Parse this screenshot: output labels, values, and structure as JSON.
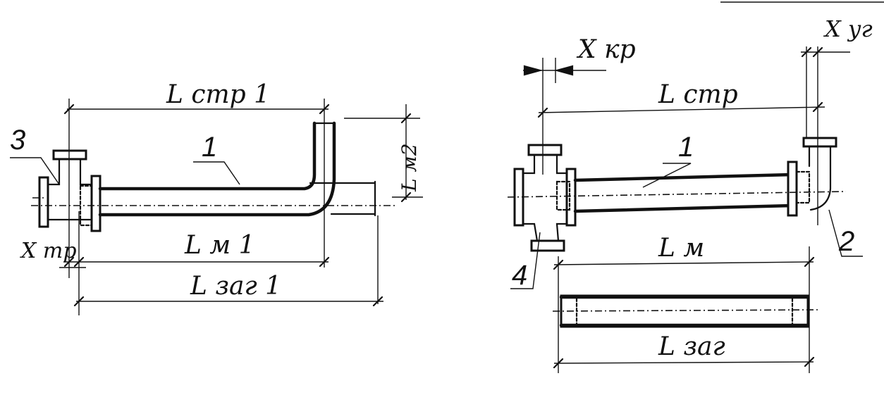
{
  "left_figure": {
    "label_Lstr1": "L стр 1",
    "label_Lm1": "L м 1",
    "label_Lzag1": "L заг 1",
    "label_Lm2": "L м2",
    "label_Xtr": "X тр",
    "callout_1": "1",
    "callout_3": "3"
  },
  "right_figure": {
    "label_Xkr": "X кр",
    "label_Xug": "X уг",
    "label_Lstr": "L стр",
    "label_Lm": "L м",
    "label_Lzag": "L заг",
    "callout_1": "1",
    "callout_2": "2",
    "callout_4": "4"
  }
}
